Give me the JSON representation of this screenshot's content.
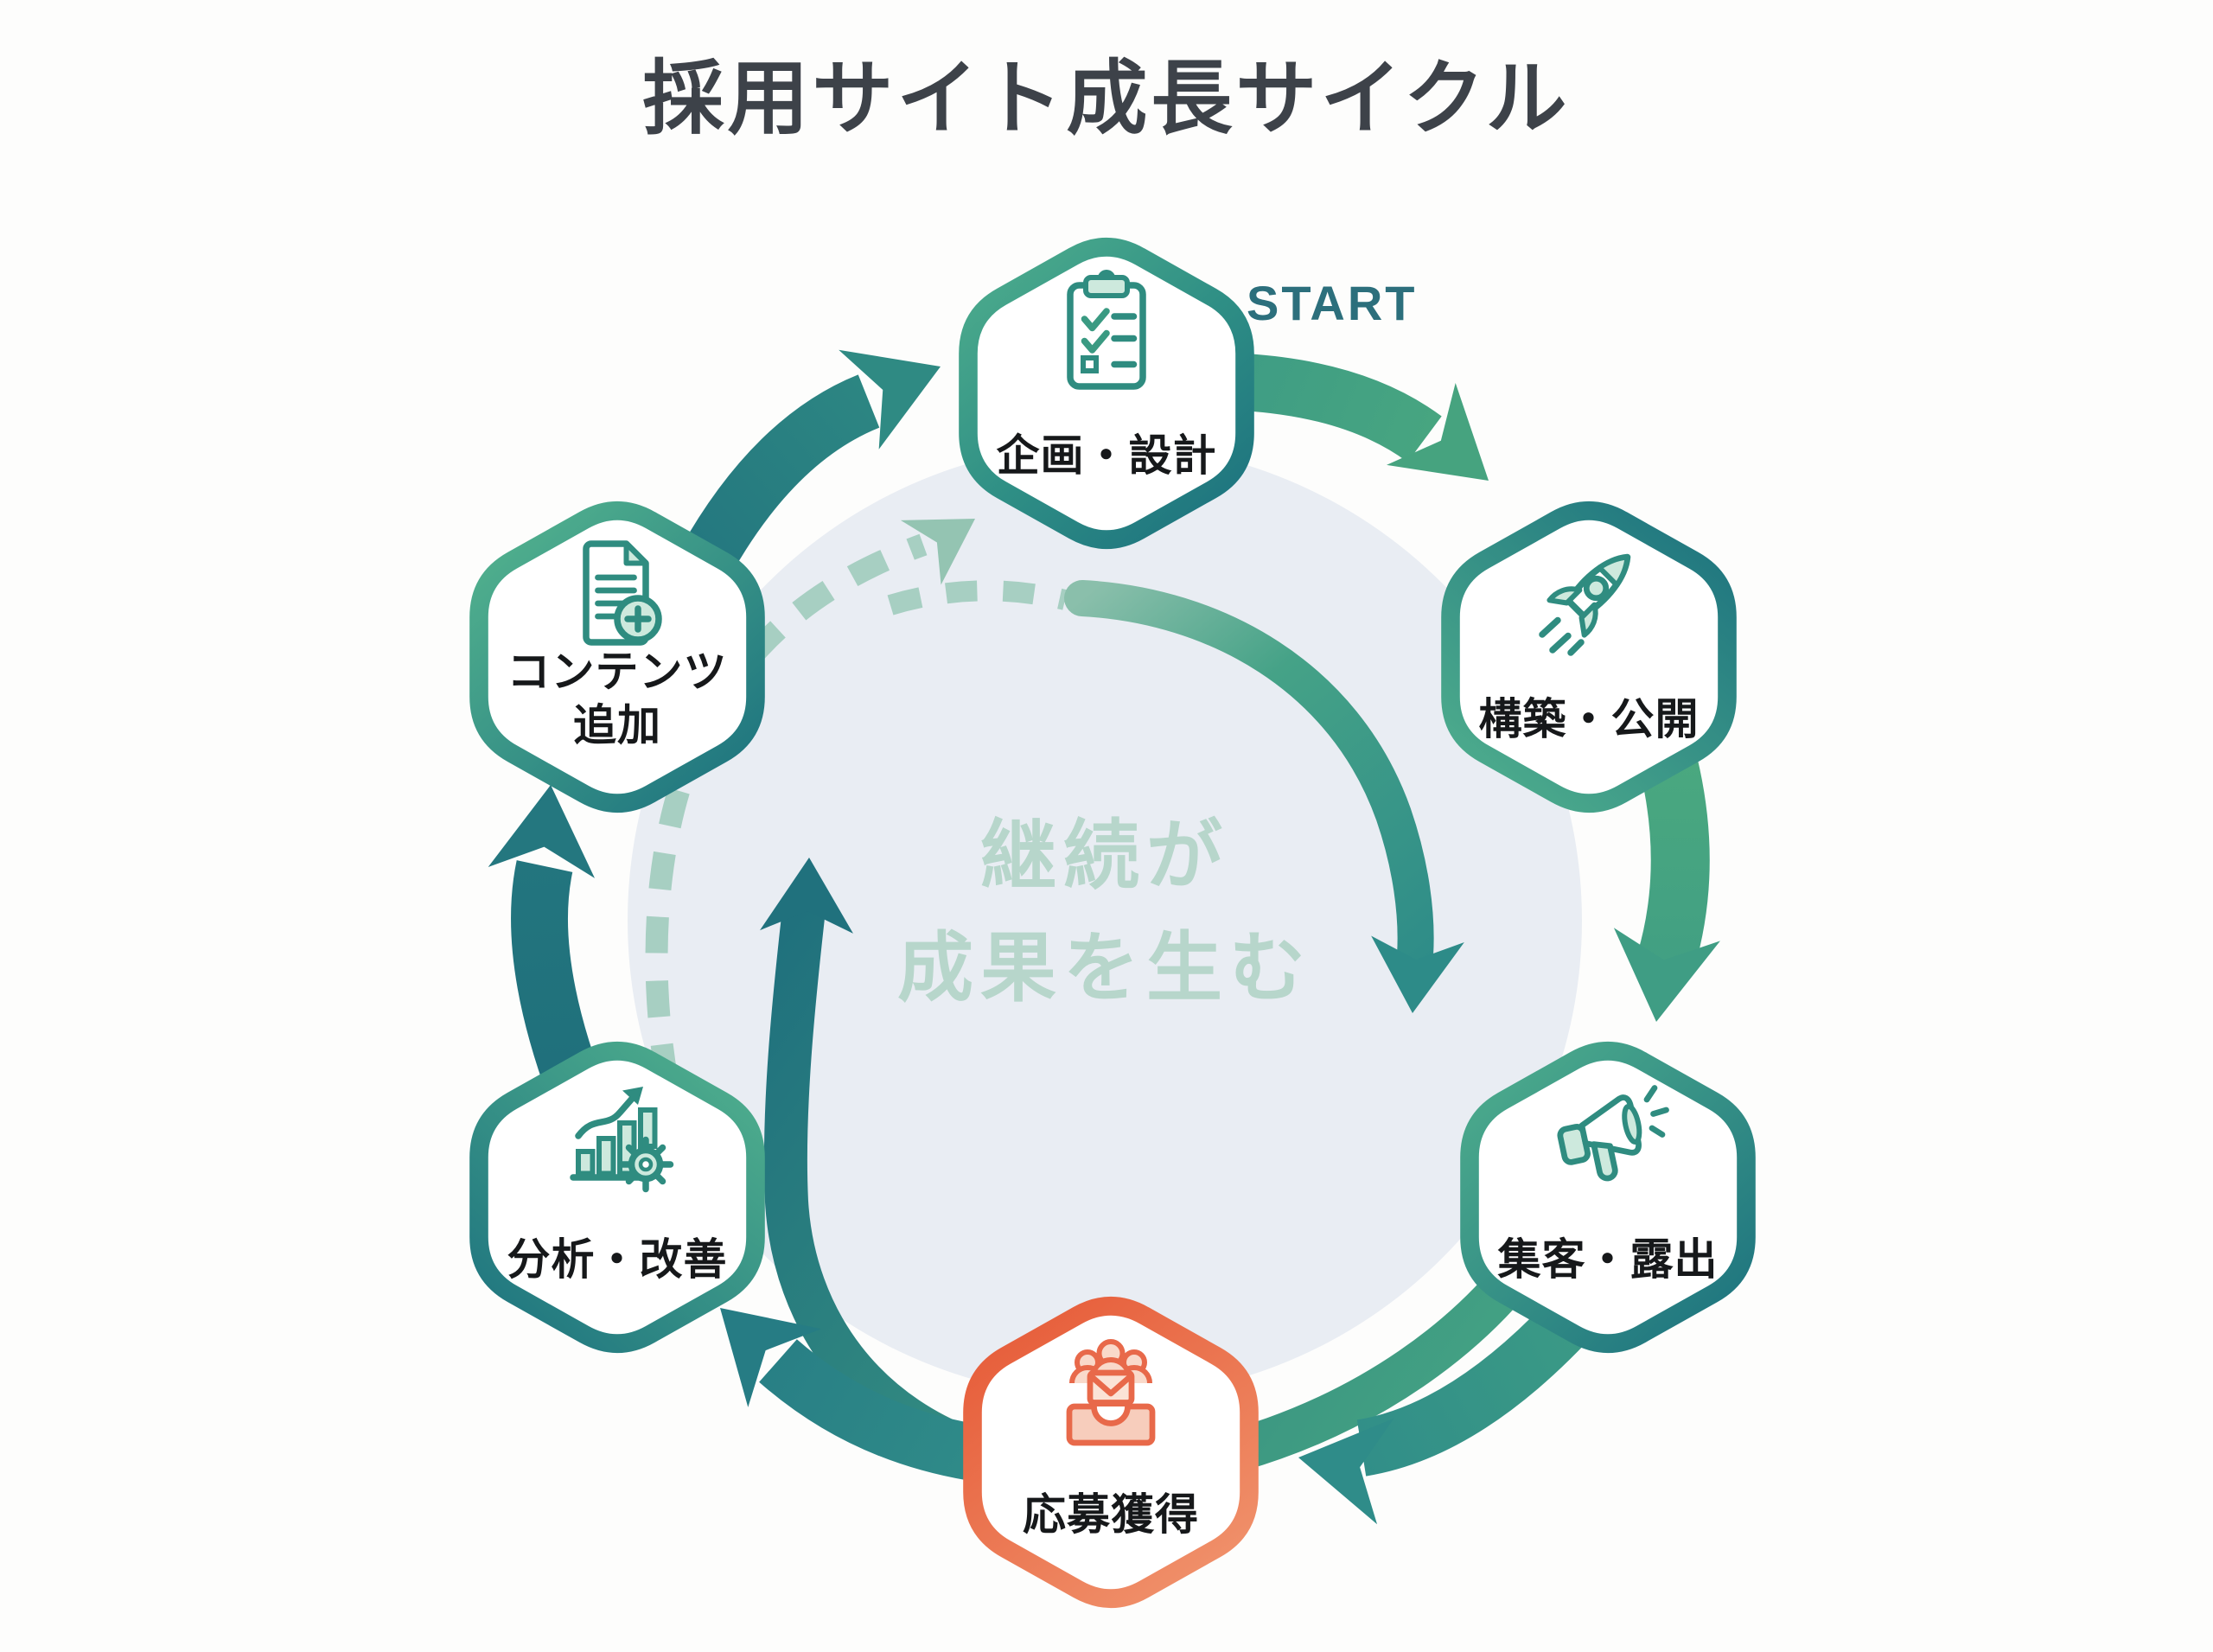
{
  "title": "採用サイト成長サイクル",
  "start_label": "START",
  "center_message": {
    "line1": "継続が",
    "line2": "成果を生む"
  },
  "nodes": [
    {
      "id": "plan",
      "label": "企画・設計",
      "icon": "clipboard-checklist-icon",
      "accent": "teal-green"
    },
    {
      "id": "build",
      "label": "構築・公開",
      "icon": "rocket-icon",
      "accent": "teal-green"
    },
    {
      "id": "attract",
      "label": "集客・露出",
      "icon": "megaphone-icon",
      "accent": "teal-green"
    },
    {
      "id": "apply",
      "label": "応募獲得",
      "icon": "applicants-inbox-icon",
      "accent": "orange"
    },
    {
      "id": "analyze",
      "label": "分析・改善",
      "icon": "analytics-gear-icon",
      "accent": "teal-green"
    },
    {
      "id": "content",
      "label": "コンテンツ追加",
      "label_line1": "コンテンツ",
      "label_line2": "追加",
      "icon": "document-add-icon",
      "accent": "teal-green"
    }
  ],
  "flow": [
    {
      "from": "plan",
      "to": "build",
      "style": "solid"
    },
    {
      "from": "build",
      "to": "attract",
      "style": "solid"
    },
    {
      "from": "attract",
      "to": "apply",
      "style": "solid"
    },
    {
      "from": "apply",
      "to": "analyze",
      "style": "solid"
    },
    {
      "from": "analyze",
      "to": "content",
      "style": "solid"
    },
    {
      "from": "content",
      "to": "plan",
      "style": "solid"
    },
    {
      "from": "plan",
      "to": "attract",
      "style": "inner-arc"
    },
    {
      "from": "attract",
      "to": "content",
      "style": "inner-arc"
    },
    {
      "from": "analyze",
      "to": "plan",
      "style": "dashed-feedback"
    }
  ],
  "colors": {
    "title_text": "#3d4249",
    "start_text": "#2c6f7c",
    "node_border_green": "#4fac8b",
    "node_border_teal": "#1e747f",
    "node_border_orange_dark": "#e65b38",
    "node_border_orange_light": "#f0916b",
    "arrow_green": "#48a682",
    "arrow_teal": "#20707c",
    "dashed_sage": "#a7cfc2",
    "center_circle": "#e9edf3",
    "center_text": "#b7d6cb",
    "label_text": "#16181a"
  }
}
